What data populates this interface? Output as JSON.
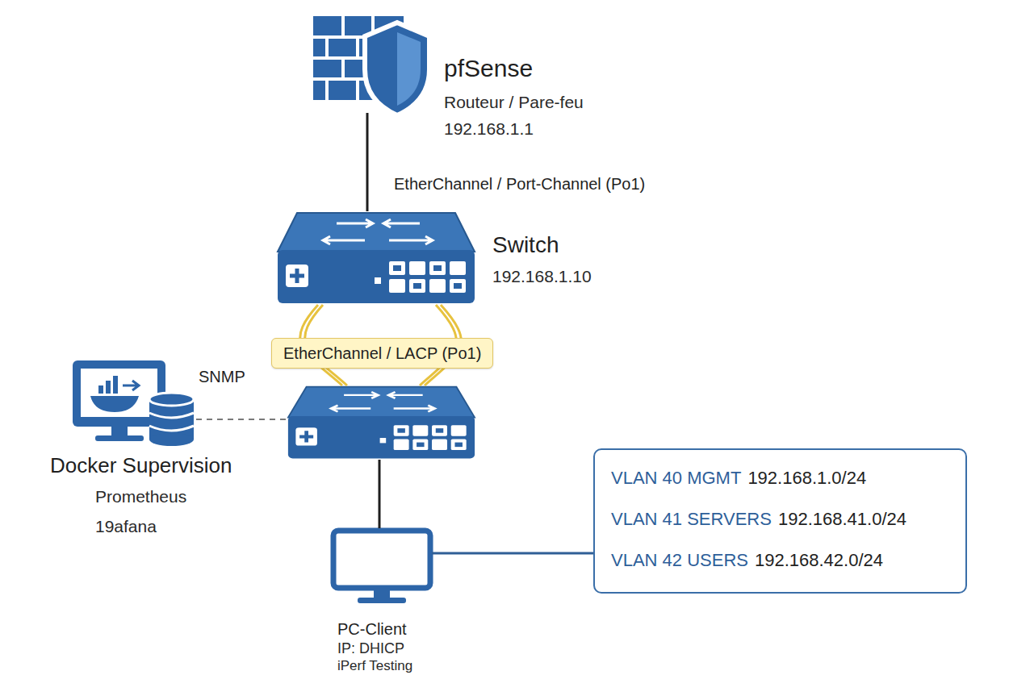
{
  "diagram": {
    "nodes": [
      {
        "text": [
          "pfSense",
          "Routeur / Pare-feu",
          "192.168.1.1"
        ]
      },
      {
        "text": [
          "Switch",
          "192.168.1.10"
        ]
      },
      {
        "text": [
          "Docker Supervision",
          "Prometheus",
          "19afana"
        ]
      },
      {
        "text": []
      },
      {
        "text": [
          "PC-Client",
          "IP: DHICP",
          "iPerf Testing"
        ]
      },
      {
        "text": [
          "VLAN 40 MGMT",
          "192.168.1.0/24",
          "VLAN 41 SERVERS",
          "192.168.41.0/24",
          "VLAN 42 USERS",
          "192.168.42.0/24"
        ]
      }
    ],
    "edges": [
      {
        "from": 0,
        "to": 1,
        "arrow": "none",
        "label": "EtherChannel / Port-Channel (Po1)"
      },
      {
        "from": 1,
        "to": 3,
        "arrow": "none",
        "label": "EtherChannel / LACP (Po1)"
      },
      {
        "from": 2,
        "to": 3,
        "arrow": "none",
        "label": "SNMP"
      },
      {
        "from": 3,
        "to": 4,
        "arrow": "none"
      },
      {
        "from": 4,
        "to": 5,
        "arrow": "none"
      }
    ]
  }
}
